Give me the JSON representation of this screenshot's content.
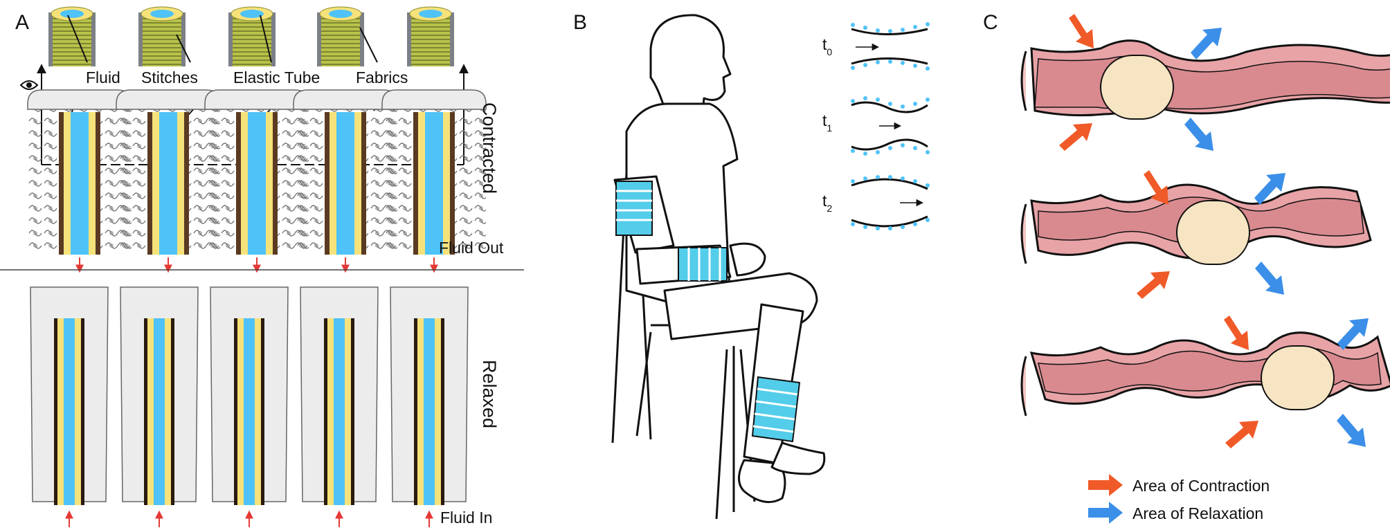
{
  "colors": {
    "fluid_blue": "#4fc3f7",
    "tube_yellow": "#f6e27a",
    "tube_brown": "#5a3a22",
    "fabric_grey": "#ececec",
    "stitch_green": "#b9c24a",
    "bandage_cyan": "#53cde9",
    "vessel_outer": "#e8a3a6",
    "vessel_inner": "#d98a8f",
    "vessel_light": "#f2c4c0",
    "bolus": "#f6e4c3",
    "contraction_arrow": "#f05a28",
    "relaxation_arrow": "#3b8fe8",
    "flow_arrow_red": "#e53935"
  },
  "panel_a": {
    "letter": "A",
    "labels": {
      "fluid": "Fluid",
      "stitches": "Stitches",
      "elastic_tube": "Elastic Tube",
      "fabrics": "Fabrics"
    },
    "contracted": "Contracted",
    "relaxed": "Relaxed",
    "fluid_out": "Fluid Out",
    "fluid_in": "Fluid In",
    "units": 5
  },
  "panel_b": {
    "letter": "B",
    "time_steps": [
      {
        "t": "t",
        "sub": "0"
      },
      {
        "t": "t",
        "sub": "1"
      },
      {
        "t": "t",
        "sub": "2"
      }
    ]
  },
  "panel_c": {
    "letter": "C",
    "legend": [
      {
        "label": "Area of Contraction",
        "color": "#f05a28"
      },
      {
        "label": "Area of Relaxation",
        "color": "#3b8fe8"
      }
    ]
  }
}
